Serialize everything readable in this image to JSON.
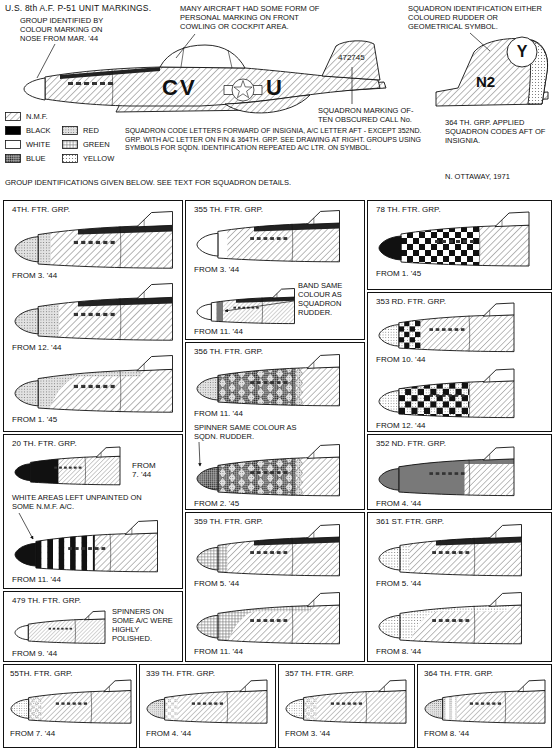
{
  "diagram": {
    "title": "U.S. 8th A.F. P-51 UNIT MARKINGS.",
    "nodes": [
      {
        "text": [
          "4TH. FTR. GRP.",
          "FROM 3. '44",
          "FROM 12. '44",
          "FROM 1. '45"
        ]
      },
      {
        "text": [
          "355 TH. FTR. GRP.",
          "FROM 3. '44",
          "BAND SAME COLOUR AS SQUADRON RUDDER.",
          "FROM 11. '44"
        ]
      },
      {
        "text": [
          "78 TH. FTR. GRP.",
          "FROM 1. '45"
        ]
      },
      {
        "text": [
          "353 RD. FTR. GRP.",
          "FROM 10. '44",
          "FROM 12. '44"
        ]
      },
      {
        "text": [
          "356 TH. FTR. GRP.",
          "FROM 11. '44",
          "SPINNER SAME COLOUR AS SQDN. RUDDER.",
          "FROM 2. '45"
        ]
      },
      {
        "text": [
          "20 TH. FTR. GRP.",
          "FROM 7. '44",
          "WHITE AREAS LEFT UNPAINTED ON SOME N.M.F. A/C.",
          "FROM 11. '44"
        ]
      },
      {
        "text": [
          "352 ND. FTR. GRP.",
          "FROM 4. '44"
        ]
      },
      {
        "text": [
          "359 TH. FTR. GRP.",
          "FROM 5. '44",
          "FROM 11. '44"
        ]
      },
      {
        "text": [
          "361 ST. FTR. GRP.",
          "FROM 5. '44",
          "FROM 8. '44"
        ]
      },
      {
        "text": [
          "479 TH. FTR. GRP.",
          "SPINNERS ON SOME A/C WERE HIGHLY POLISHED.",
          "FROM 9. '44"
        ]
      },
      {
        "text": [
          "55TH. FTR. GRP.",
          "FROM 7. '44"
        ]
      },
      {
        "text": [
          "339 TH. FTR. GRP.",
          "FROM 4. '44"
        ]
      },
      {
        "text": [
          "357 TH. FTR. GRP.",
          "FROM 3. '44"
        ]
      },
      {
        "text": [
          "364 TH. FTR. GRP.",
          "FROM 8. '44"
        ]
      }
    ],
    "labels": [
      "GROUP IDENTIFIED BY COLOUR MARKING ON NOSE FROM MAR. '44",
      "MANY AIRCRAFT HAD SOME FORM OF PERSONAL MARKING ON FRONT COWLING OR COCKPIT AREA.",
      "SQUADRON IDENTIFICATION EITHER COLOURED RUDDER OR GEOMETRICAL SYMBOL.",
      "472745",
      "CV",
      "U",
      "Y",
      "N2",
      "SQUADRON MARKING OF- TEN OBSCURED CALL No.",
      "364 TH. GRP. APPLIED SQUADRON CODES AFT OF INSIGNIA.",
      "SQUADRON CODE LETTERS FORWARD OF INSIGNIA, A/C LETTER AFT - EXCEPT 352ND. GRP. WITH A/C LETTER ON FIN & 364TH. GRP. SEE DRAWING AT RIGHT. GROUPS USING SYMBOLS FOR SQDN. IDENTIFICATION REPEATED A/C LTR. ON SYMBOL.",
      "N. OTTAWAY, 1971",
      "GROUP IDENTIFICATIONS GIVEN BELOW. SEE TEXT FOR SQUADRON DETAILS."
    ],
    "legend": [
      {
        "text": "N.M.F."
      },
      {
        "text": "BLACK",
        "color": "#000000"
      },
      {
        "text": "WHITE",
        "color": "#ffffff"
      },
      {
        "text": "BLUE"
      },
      {
        "text": "RED"
      },
      {
        "text": "GREEN"
      },
      {
        "text": "YELLOW"
      }
    ]
  }
}
